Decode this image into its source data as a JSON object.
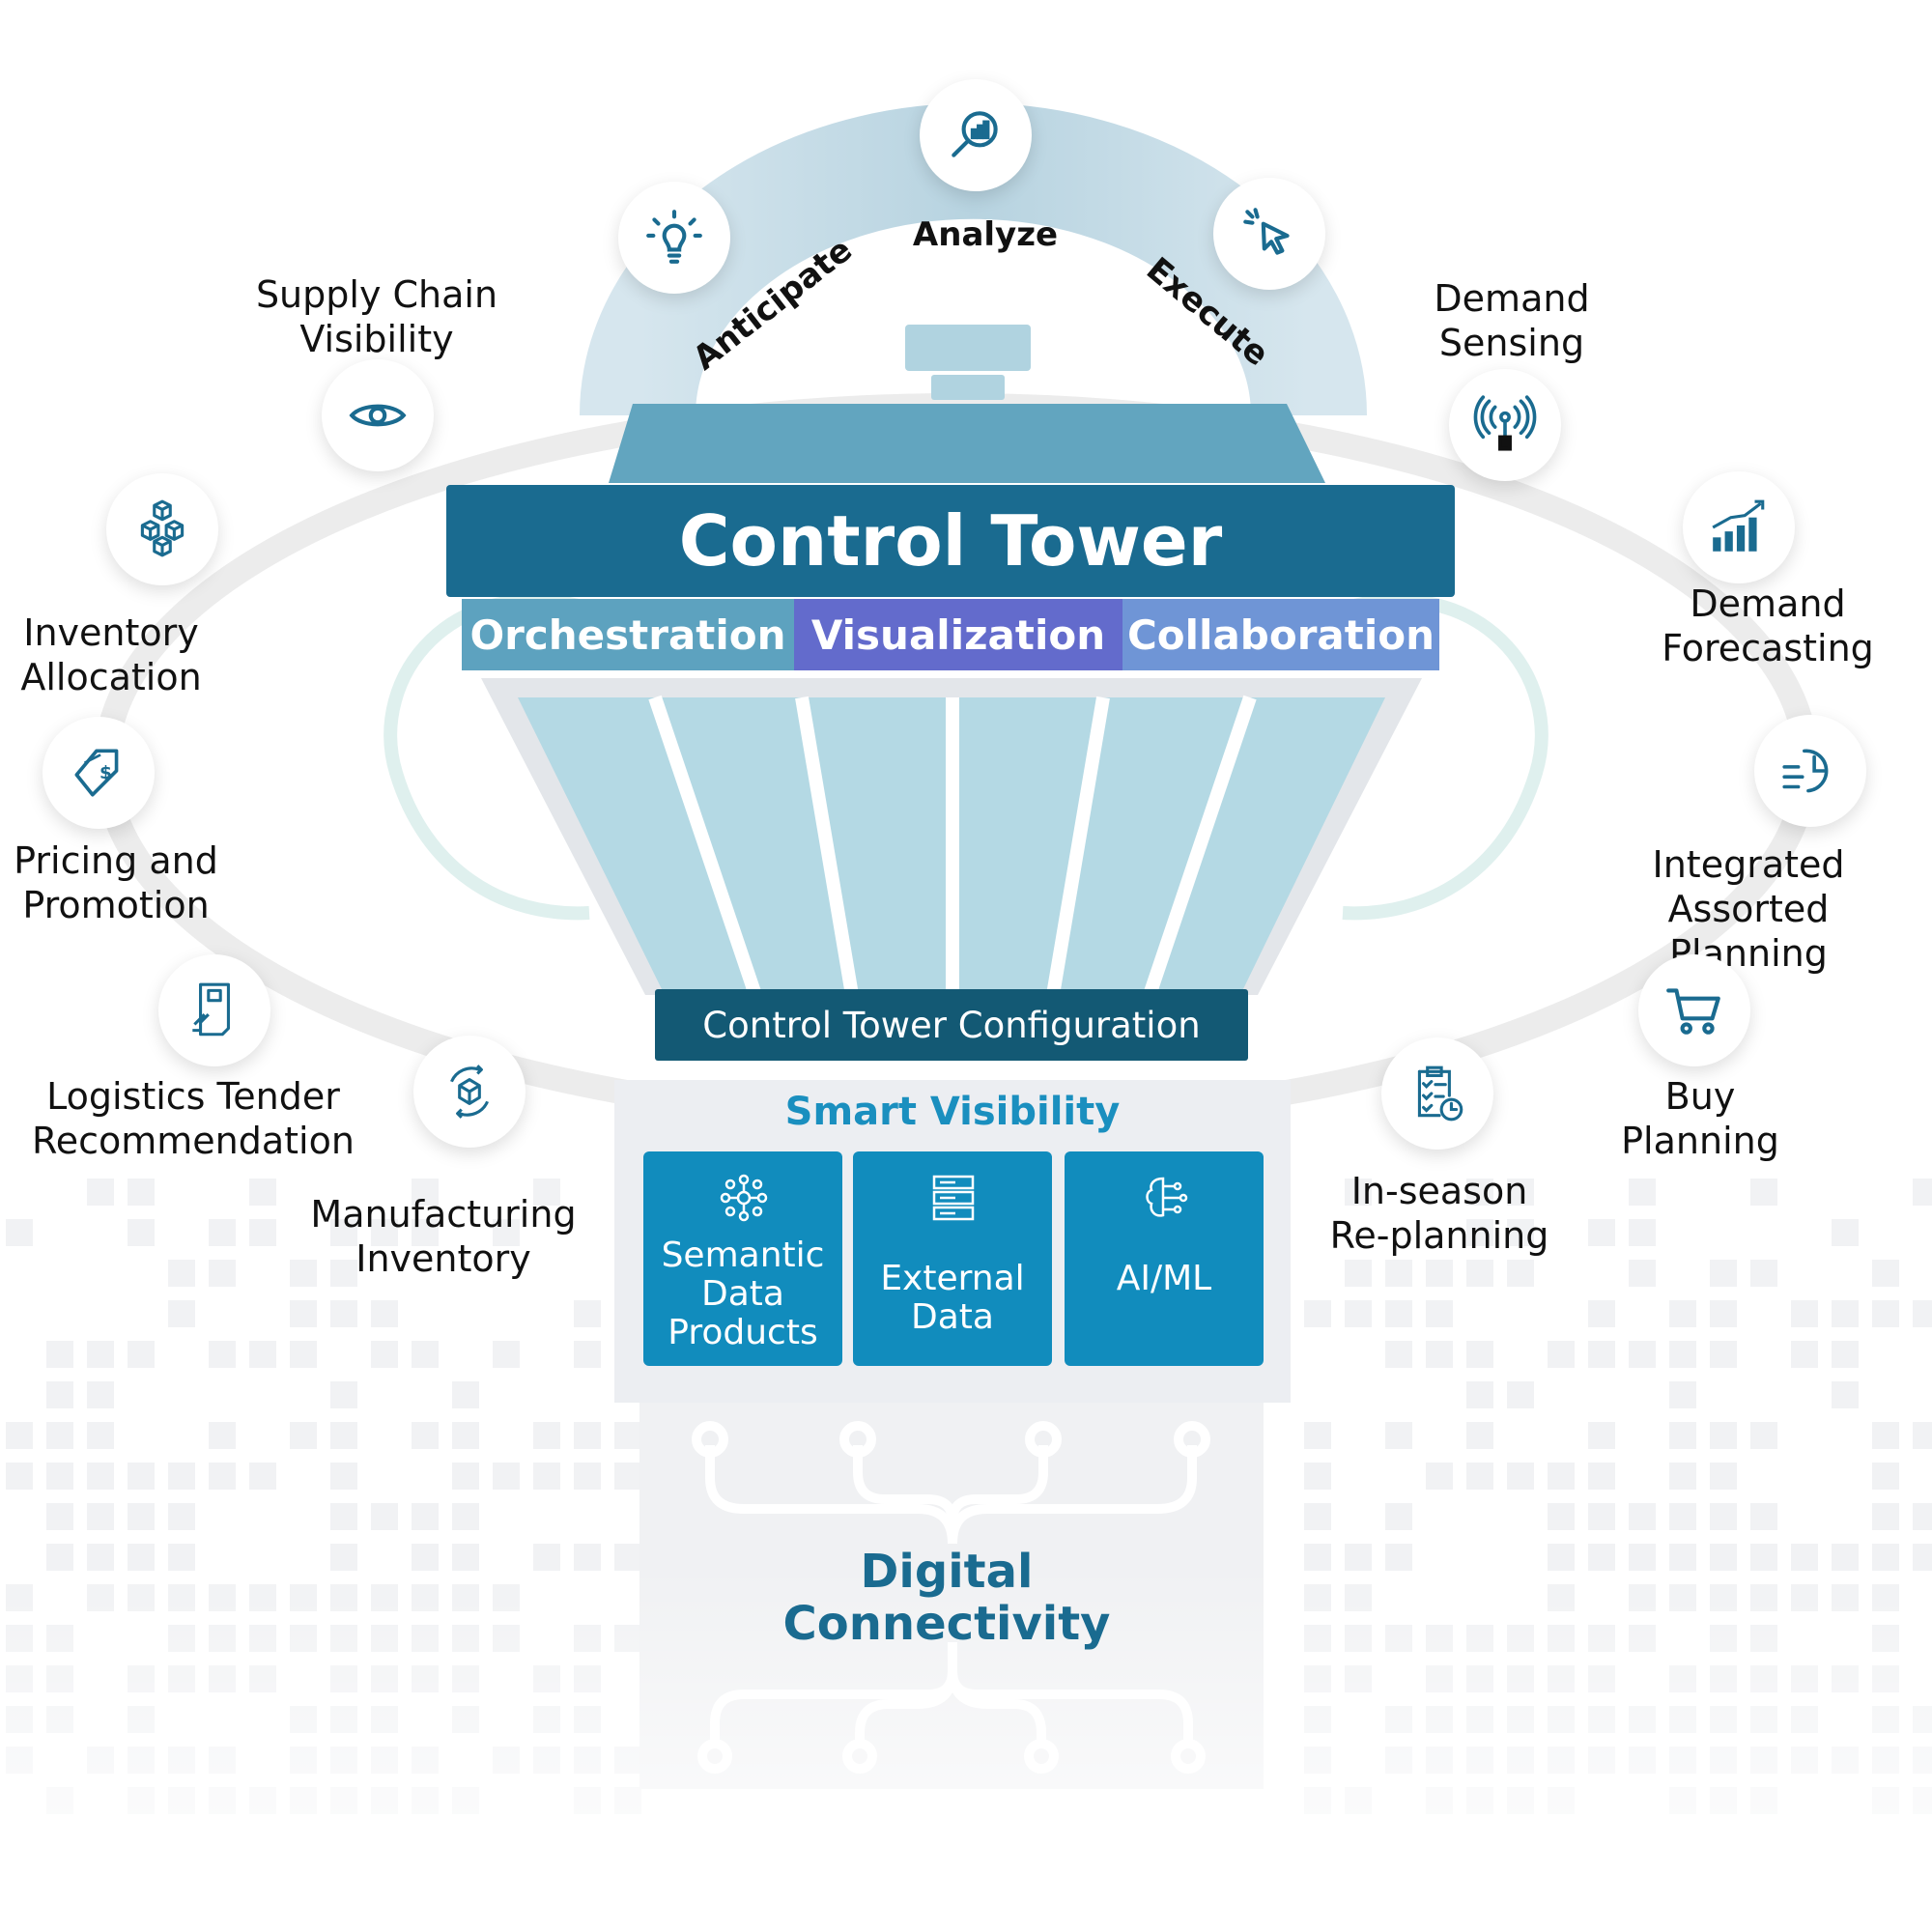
{
  "arc": {
    "anticipate": "Anticipate",
    "analyze": "Analyze",
    "execute": "Execute"
  },
  "tower": {
    "title": "Control Tower",
    "bands": [
      "Orchestration",
      "Visualization",
      "Collaboration"
    ],
    "configuration": "Control Tower Configuration"
  },
  "smart_visibility": {
    "title": "Smart Visibility",
    "cards": [
      {
        "label": "Semantic\nData\nProducts",
        "icon": "network-nodes-icon"
      },
      {
        "label": "External\nData",
        "icon": "server-stack-icon"
      },
      {
        "label": "AI/ML",
        "icon": "brain-circuit-icon"
      }
    ]
  },
  "digital_connectivity": "Digital\nConnectivity",
  "left_items": [
    {
      "label": "Supply Chain\nVisibility",
      "icon": "eye-icon"
    },
    {
      "label": "Inventory\nAllocation",
      "icon": "boxes-icon"
    },
    {
      "label": "Pricing and\nPromotion",
      "icon": "price-tag-icon"
    },
    {
      "label": "Logistics Tender\nRecommendation",
      "icon": "document-gavel-icon"
    },
    {
      "label": "Manufacturing\nInventory",
      "icon": "box-cycle-icon"
    }
  ],
  "right_items": [
    {
      "label": "Demand\nSensing",
      "icon": "signal-sensor-icon"
    },
    {
      "label": "Demand\nForecasting",
      "icon": "trend-bars-icon"
    },
    {
      "label": "Integrated\nAssorted Planning",
      "icon": "clock-list-icon"
    },
    {
      "label": "Buy\nPlanning",
      "icon": "shopping-cart-icon"
    },
    {
      "label": "In-season\nRe-planning",
      "icon": "clipboard-clock-icon"
    }
  ],
  "top_icons": [
    "lightbulb-icon",
    "magnifier-chart-icon",
    "cursor-click-icon"
  ],
  "colors": {
    "tower_dark": "#1a6b90",
    "config_dark": "#135974",
    "orchestration": "#5da2bf",
    "visualization": "#636bcc",
    "collaboration": "#6f95d6",
    "card_blue": "#118cbd",
    "icon_blue": "#1a6b90"
  }
}
